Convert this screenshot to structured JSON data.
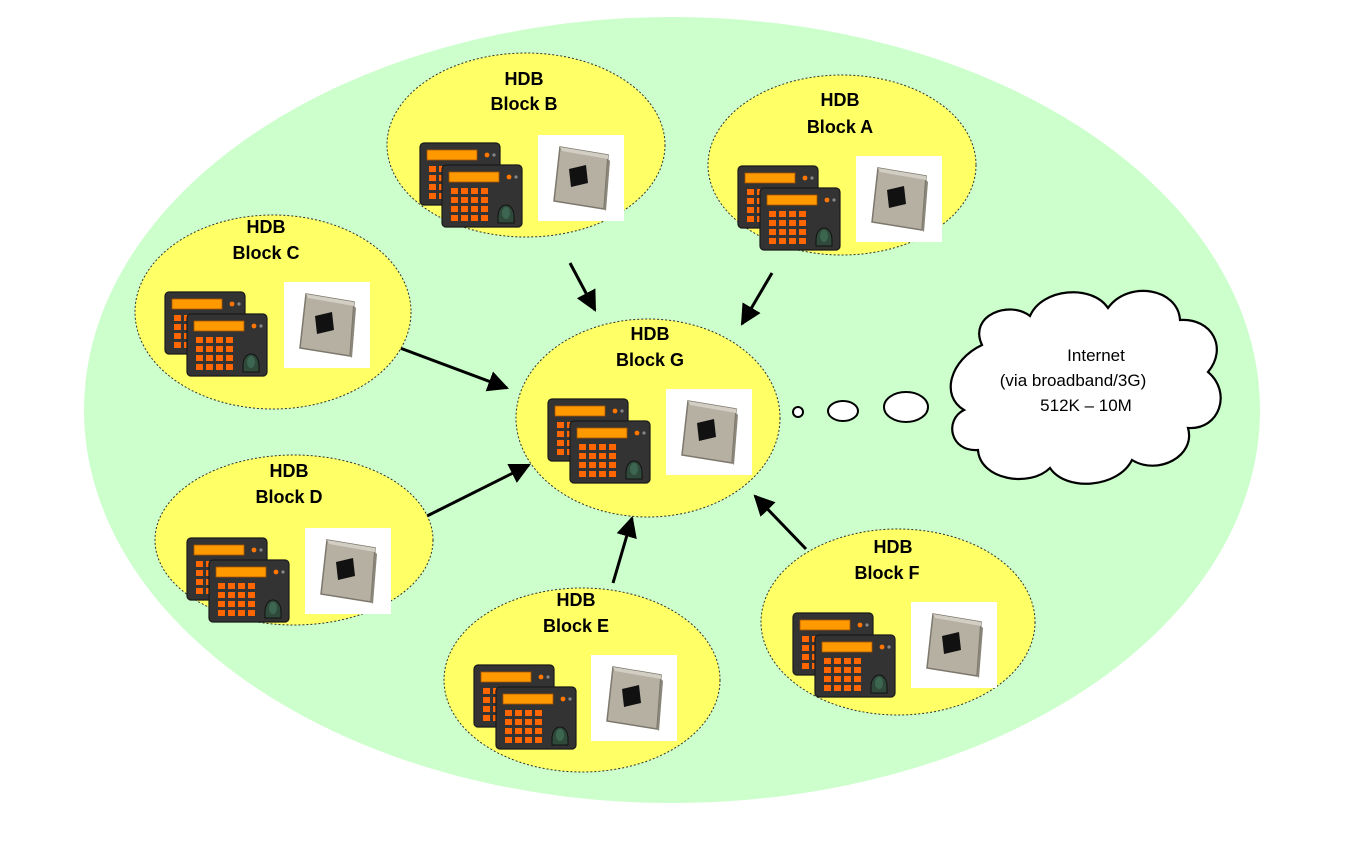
{
  "colors": {
    "page": "#ffffff",
    "campus": "#ccffcc",
    "block": "#ffff66",
    "reader_body": "#333333",
    "reader_screen": "#ff9900",
    "keypad_key": "#ff6600",
    "access_point": "#b5b0a2",
    "access_point_window": "#111111",
    "arrow": "#000000"
  },
  "blocks": {
    "a": {
      "line1": "HDB",
      "line2": "Block A"
    },
    "b": {
      "line1": "HDB",
      "line2": "Block B"
    },
    "c": {
      "line1": "HDB",
      "line2": "Block C"
    },
    "d": {
      "line1": "HDB",
      "line2": "Block D"
    },
    "e": {
      "line1": "HDB",
      "line2": "Block E"
    },
    "f": {
      "line1": "HDB",
      "line2": "Block F"
    },
    "g": {
      "line1": "HDB",
      "line2": "Block G"
    }
  },
  "internet": {
    "line1": "Internet",
    "line2": "(via broadband/3G)",
    "line3": "512K – 10M"
  },
  "icons": {
    "reader": "fingerprint-keypad-terminal-icon",
    "access_point": "wireless-access-point-icon"
  }
}
